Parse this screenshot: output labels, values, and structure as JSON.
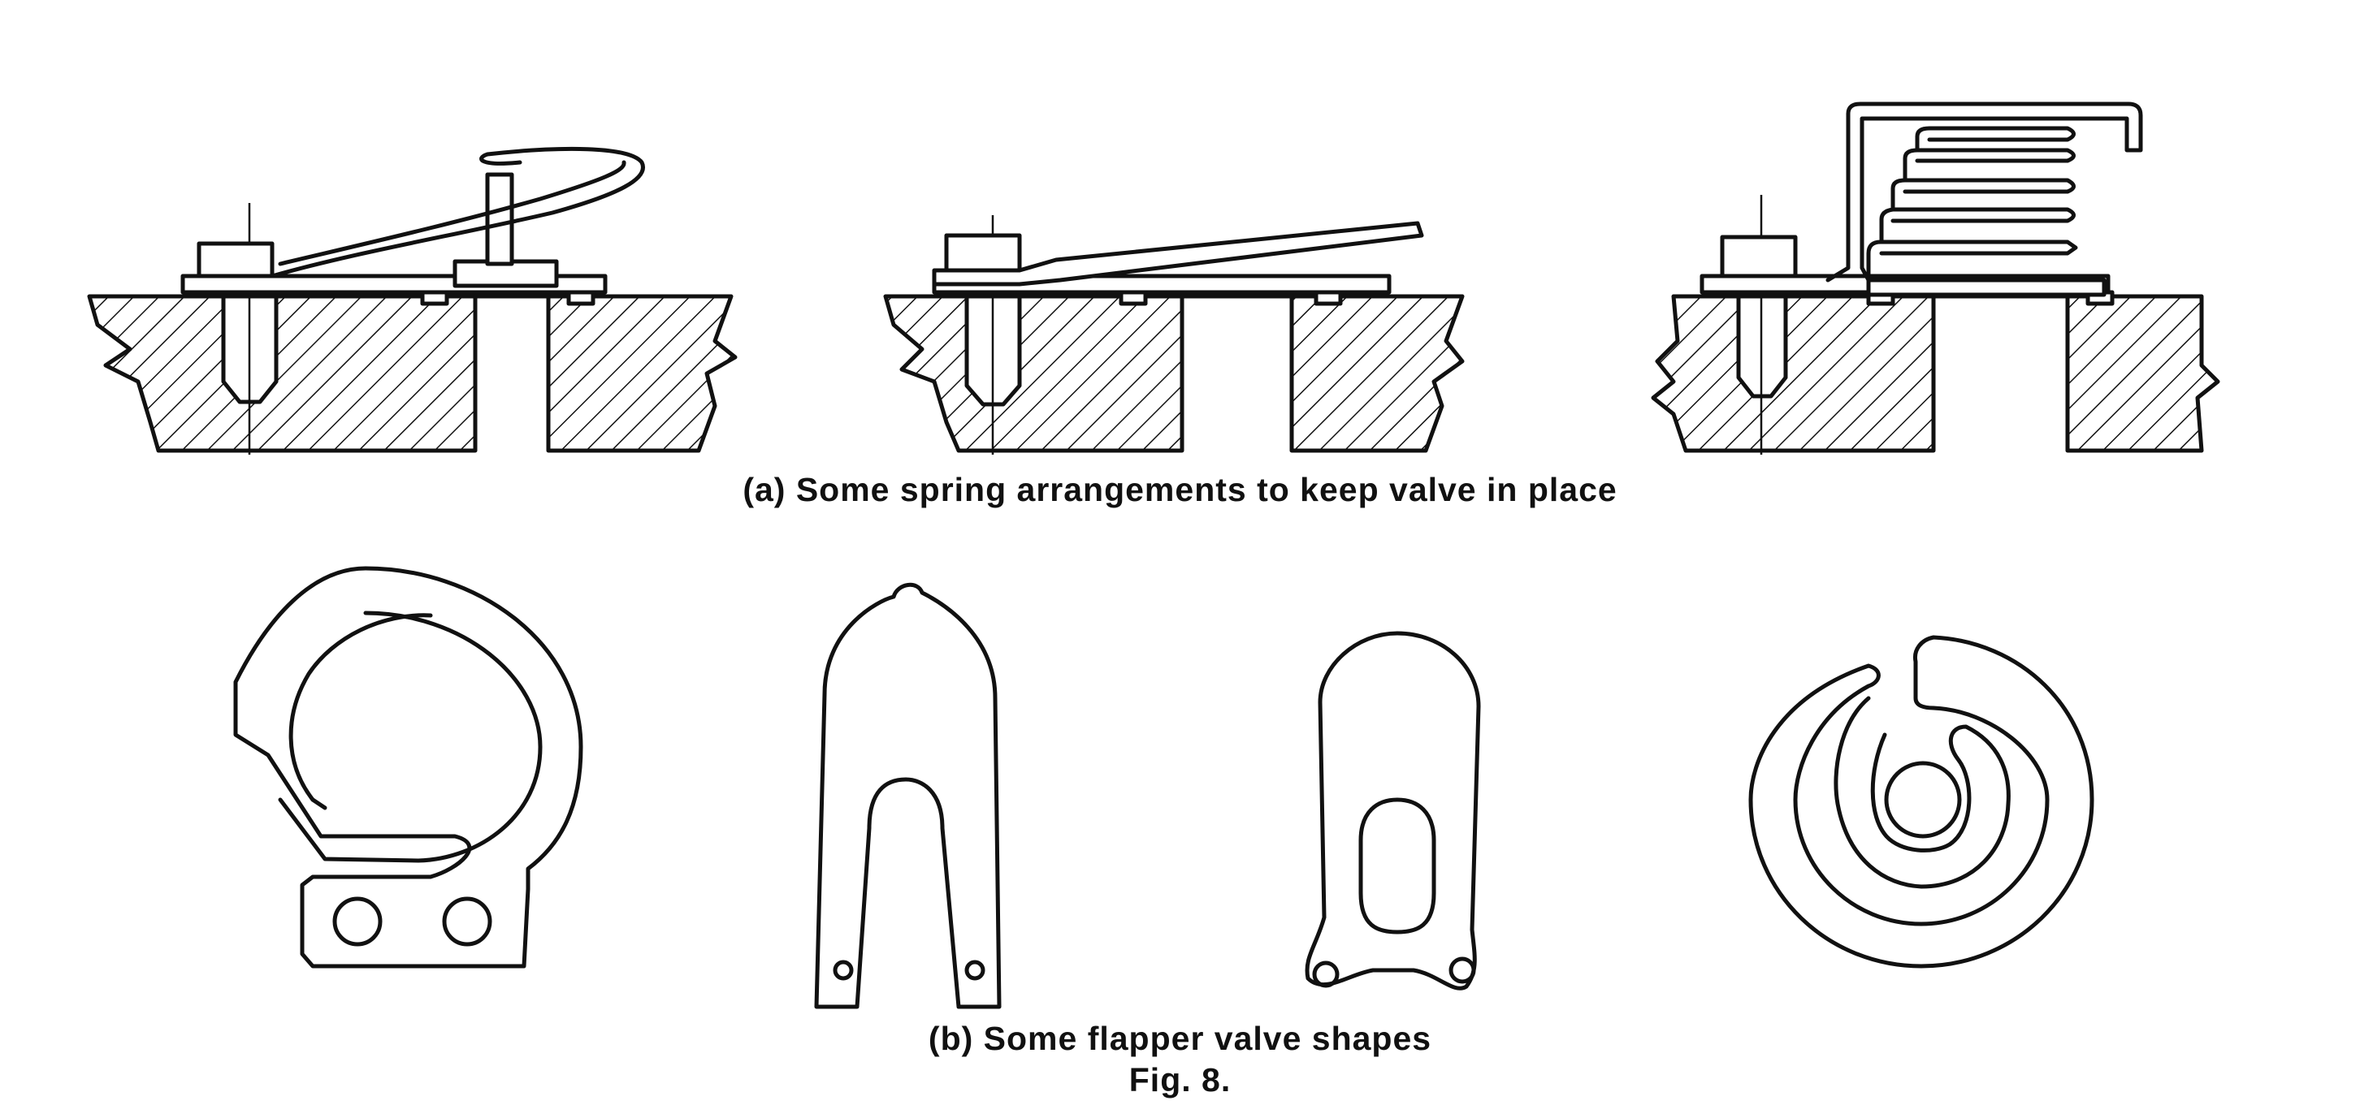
{
  "figure": {
    "caption_a": "(a)  Some spring arrangements to keep valve in place",
    "caption_b": "(b)  Some flapper valve shapes",
    "figure_label": "Fig. 8."
  },
  "colors": {
    "ink": "#111111",
    "paper": "#ffffff"
  }
}
